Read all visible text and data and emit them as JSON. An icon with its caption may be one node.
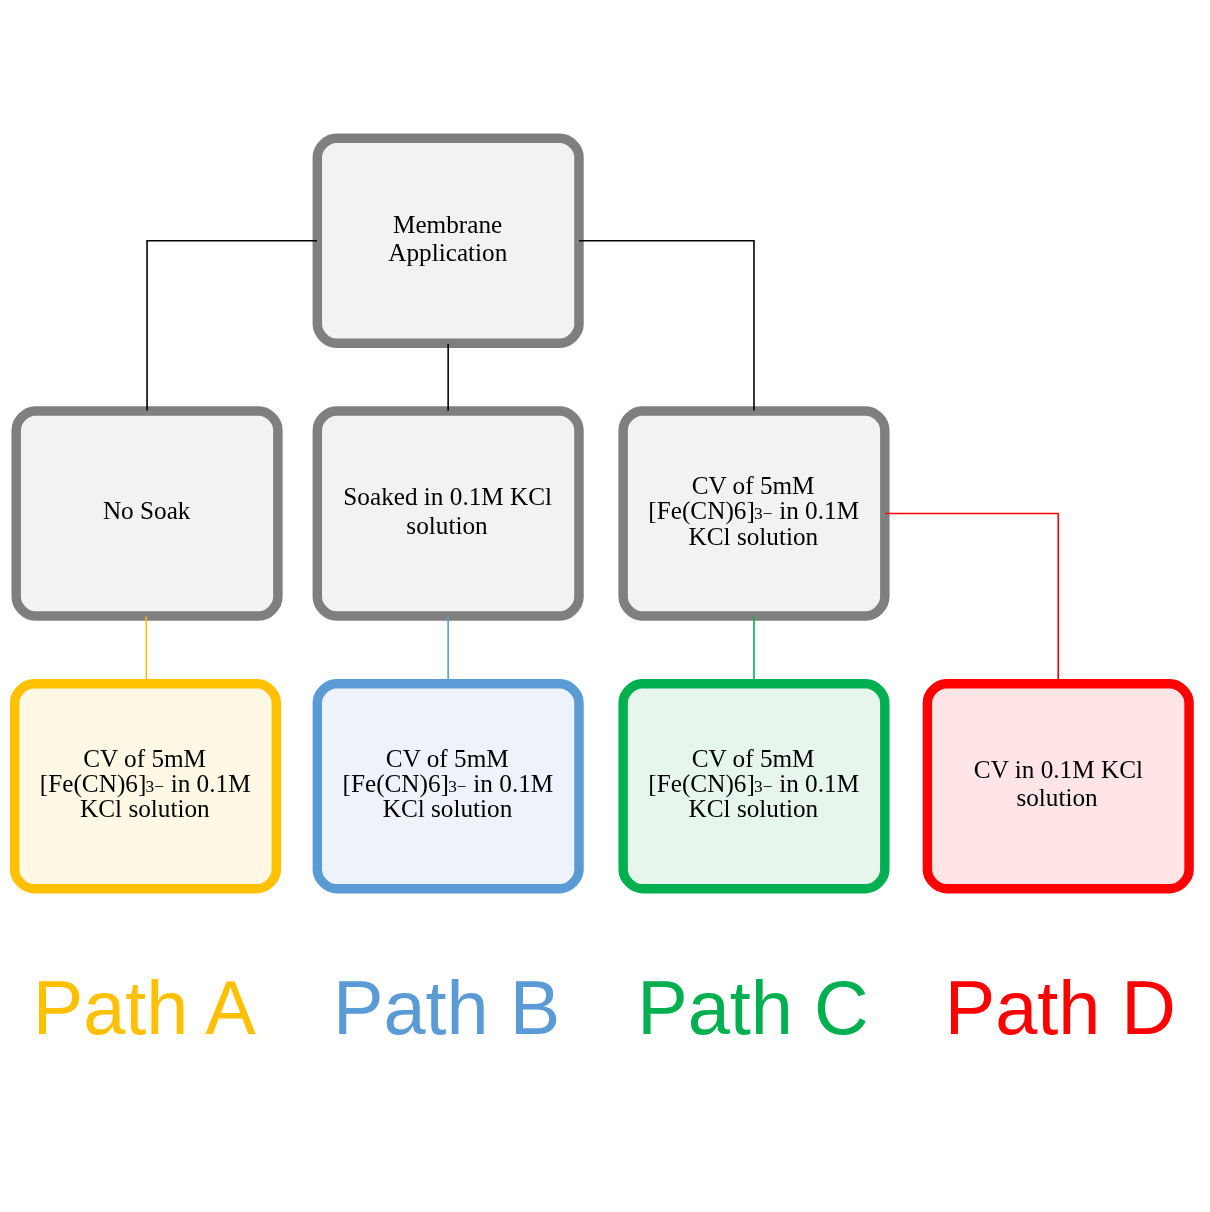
{
  "diagram": {
    "nodes": [
      {
        "text": [
          "Membrane Application"
        ]
      },
      {
        "text": [
          "No Soak"
        ]
      },
      {
        "text": [
          "Soaked in 0.1M KCl solution"
        ]
      },
      {
        "text": [
          "CV of 5mM [Fe(CN)6]$^{3−}$ in 0.1M KCl solution"
        ]
      },
      {
        "text": [
          "CV of 5mM [Fe(CN)6]$^{3−}$ in 0.1M KCl solution"
        ]
      },
      {
        "text": [
          "CV of 5mM [Fe(CN)6]$^{3−}$ in 0.1M KCl solution"
        ]
      },
      {
        "text": [
          "CV of 5mM [Fe(CN)6]$^{3−}$ in 0.1M KCl solution"
        ]
      },
      {
        "text": [
          "CV in 0.1M KCl solution"
        ]
      }
    ],
    "edges": [
      {
        "from": 0,
        "to": 1,
        "arrow": "none"
      },
      {
        "from": 0,
        "to": 2,
        "arrow": "none"
      },
      {
        "from": 0,
        "to": 3,
        "arrow": "none"
      },
      {
        "from": 1,
        "to": 4,
        "arrow": "none",
        "color": "#ffc000"
      },
      {
        "from": 2,
        "to": 5,
        "arrow": "none",
        "color": "#5b9bd5"
      },
      {
        "from": 3,
        "to": 6,
        "arrow": "none",
        "color": "#00b050"
      },
      {
        "from": 3,
        "to": 7,
        "arrow": "none",
        "color": "#ff0000"
      }
    ],
    "labels": [
      "Path A",
      "Path B",
      "Path C",
      "Path D"
    ]
  }
}
